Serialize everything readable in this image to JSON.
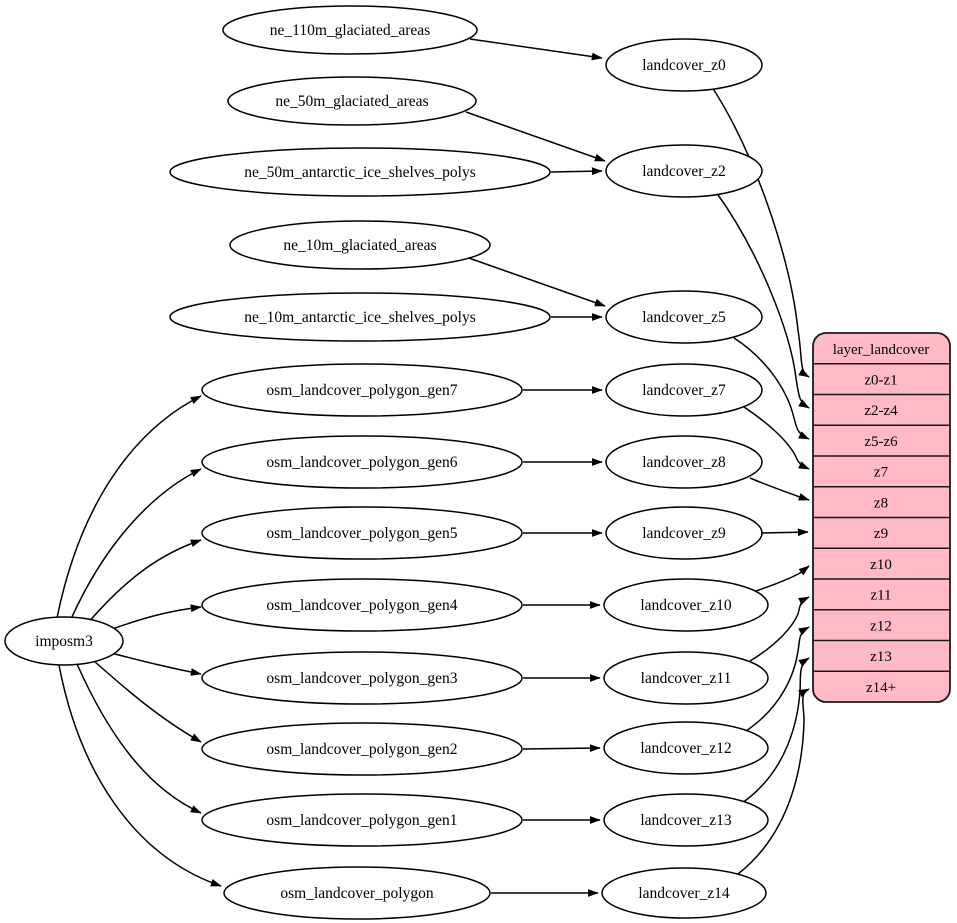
{
  "colors": {
    "background": "#ffffff",
    "node_fill": "#ffffff",
    "node_stroke": "#000000",
    "edge_color": "#000000",
    "table_fill": "#ffbac6",
    "table_stroke": "#1a1a1a",
    "text_color": "#000000"
  },
  "importer": {
    "label": "imposm3"
  },
  "sources": [
    {
      "label": "ne_110m_glaciated_areas"
    },
    {
      "label": "ne_50m_glaciated_areas"
    },
    {
      "label": "ne_50m_antarctic_ice_shelves_polys"
    },
    {
      "label": "ne_10m_glaciated_areas"
    },
    {
      "label": "ne_10m_antarctic_ice_shelves_polys"
    },
    {
      "label": "osm_landcover_polygon_gen7"
    },
    {
      "label": "osm_landcover_polygon_gen6"
    },
    {
      "label": "osm_landcover_polygon_gen5"
    },
    {
      "label": "osm_landcover_polygon_gen4"
    },
    {
      "label": "osm_landcover_polygon_gen3"
    },
    {
      "label": "osm_landcover_polygon_gen2"
    },
    {
      "label": "osm_landcover_polygon_gen1"
    },
    {
      "label": "osm_landcover_polygon"
    }
  ],
  "stages": [
    {
      "label": "landcover_z0"
    },
    {
      "label": "landcover_z2"
    },
    {
      "label": "landcover_z5"
    },
    {
      "label": "landcover_z7"
    },
    {
      "label": "landcover_z8"
    },
    {
      "label": "landcover_z9"
    },
    {
      "label": "landcover_z10"
    },
    {
      "label": "landcover_z11"
    },
    {
      "label": "landcover_z12"
    },
    {
      "label": "landcover_z13"
    },
    {
      "label": "landcover_z14"
    }
  ],
  "table": {
    "title": "layer_landcover",
    "rows": [
      "z0-z1",
      "z2-z4",
      "z5-z6",
      "z7",
      "z8",
      "z9",
      "z10",
      "z11",
      "z12",
      "z13",
      "z14+"
    ]
  }
}
